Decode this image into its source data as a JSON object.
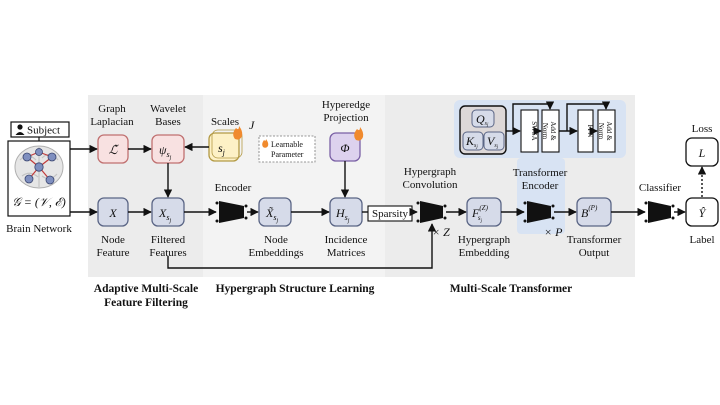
{
  "brain": {
    "subject_label": "Subject",
    "graph_eq": "𝒢 = (𝒱, ℰ)",
    "caption": "Brain Network"
  },
  "filtering": {
    "graph_laplacian_label": "Graph\nLaplacian",
    "laplacian_symbol": "ℒ̃",
    "wavelet_bases_label": "Wavelet\nBases",
    "wavelet_symbol": "ψ",
    "wavelet_sub": "s",
    "wavelet_subsub": "j",
    "x_symbol": "X",
    "node_feature_label": "Node\nFeature",
    "xs_symbol": "X",
    "xs_sub": "s",
    "xs_subsub": "j",
    "filtered_features_label": "Filtered\nFeatures",
    "section_title": "Adaptive Multi-Scale\nFeature Filtering"
  },
  "structure": {
    "scales_label": "Scales",
    "scales_symbol": "s",
    "scales_sub": "j",
    "scales_j": "J",
    "legend_text": "Learnable\nParameter",
    "hyperedge_label": "Hyperedge\nProjection",
    "phi_symbol": "Φ",
    "encoder_label": "Encoder",
    "xtilde_symbol": "X̃",
    "xtilde_sub": "s",
    "xtilde_subsub": "j",
    "node_embeddings_label": "Node\nEmbeddings",
    "h_symbol": "H",
    "h_sub": "s",
    "h_subsub": "j",
    "incidence_label": "Incidence\nMatrices",
    "section_title": "Hypergraph Structure Learning"
  },
  "transformer": {
    "sparsity_label": "Sparsity",
    "hconv_label": "Hypergraph\nConvolution",
    "times_z": "× Z",
    "f_symbol": "F",
    "f_sup": "(Z)",
    "f_sub": "s",
    "f_subsub": "j",
    "hg_embedding_label": "Hypergraph\nEmbedding",
    "q_symbol": "Q",
    "k_symbol": "K",
    "v_symbol": "V",
    "qkv_sub": "s",
    "qkv_subsub": "j",
    "swsa_label": "SWSA",
    "addnorm_label": "Add &\nNorm",
    "ffn_label": "FFN",
    "encoder_label": "Transformer\nEncoder",
    "times_p": "× P",
    "b_symbol": "B",
    "b_sup": "(P)",
    "output_label": "Transformer\nOutput",
    "section_title": "Multi-Scale Transformer"
  },
  "classifier": {
    "classifier_label": "Classifier",
    "loss_label": "Loss",
    "l_symbol": "L",
    "yhat_symbol": "Ŷ",
    "label_label": "Label"
  },
  "colors": {
    "pink_fill": "#f8e1e1",
    "pink_stroke": "#c07070",
    "blue_fill": "#d6dbe9",
    "blue_stroke": "#5a6585",
    "yellow_fill": "#fdf1c6",
    "yellow_stroke": "#b39a45",
    "purple_fill": "#ddd2ee",
    "purple_stroke": "#7a60a5",
    "panel_fill": "#ececec",
    "encoder_panel": "#d8e3f3",
    "flame": "#f08a2e"
  }
}
